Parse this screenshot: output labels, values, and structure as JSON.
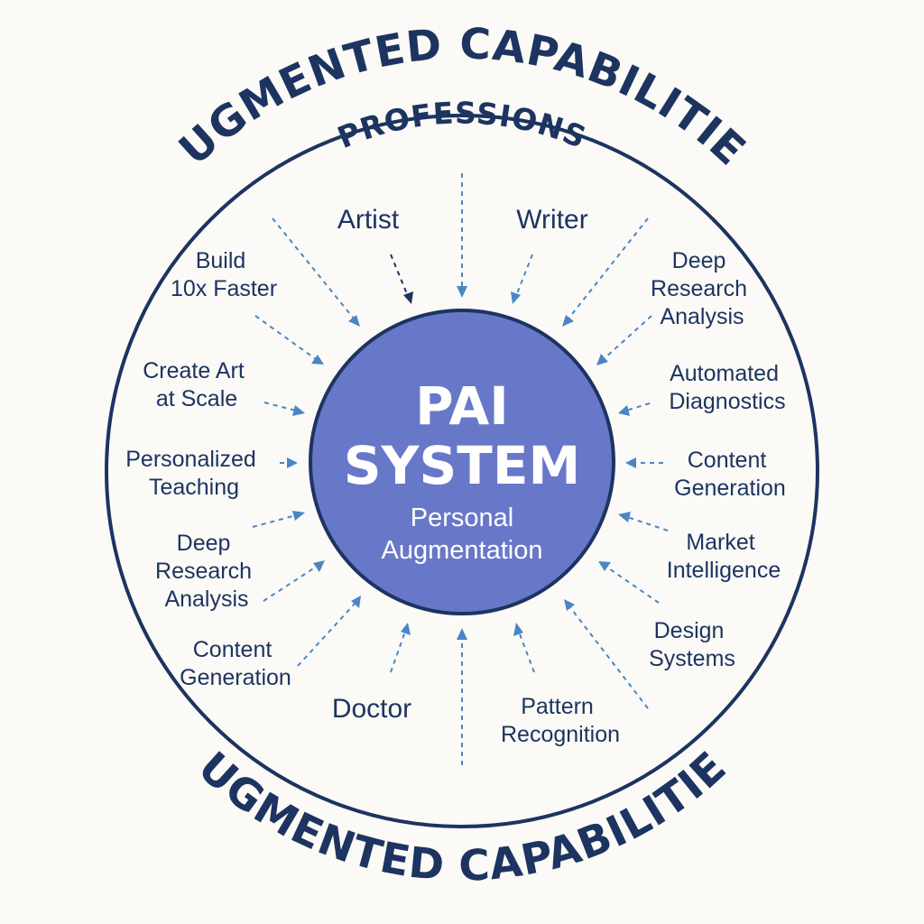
{
  "ring_title_top": "AUGMENTED CAPABILITIES",
  "ring_title_bottom": "AUGMENTED CAPABILITIES",
  "professions_heading": "PROFESSIONS",
  "core": {
    "title_line1": "PAI",
    "title_line2": "SYSTEM",
    "subtitle_line1": "Personal",
    "subtitle_line2": "Augmentation"
  },
  "professions": [
    "Artist",
    "Writer",
    "Doctor"
  ],
  "capabilities_left": [
    [
      "Build",
      "10x Faster"
    ],
    [
      "Create Art",
      "at Scale"
    ],
    [
      "Personalized",
      "Teaching"
    ],
    [
      "Deep",
      "Research",
      "Analysis"
    ],
    [
      "Content",
      "Generation"
    ]
  ],
  "capabilities_right": [
    [
      "Deep",
      "Research",
      "Analysis"
    ],
    [
      "Automated",
      "Diagnostics"
    ],
    [
      "Content",
      "Generation"
    ],
    [
      "Market",
      "Intelligence"
    ],
    [
      "Design",
      "Systems"
    ]
  ],
  "capabilities_bottom": [
    [
      "Pattern",
      "Recognition"
    ]
  ],
  "colors": {
    "navy": "#1d3461",
    "core_fill": "#6878c8",
    "arrow": "#4a86c5",
    "background": "#fbfaf6"
  }
}
